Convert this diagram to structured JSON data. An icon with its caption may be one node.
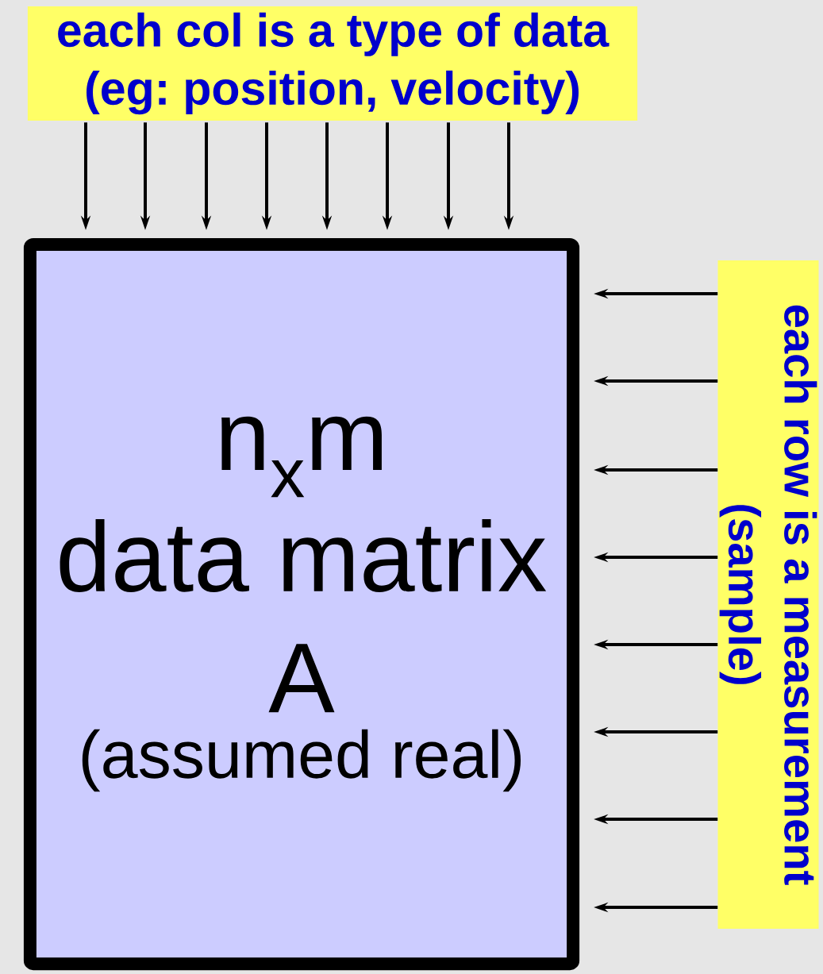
{
  "diagram": {
    "nodes": [
      {
        "text": [
          "each col is a type of data (eg: position, velocity)"
        ]
      },
      {
        "text": [
          "n$_{x}$m",
          "data matrix",
          "A",
          "(assumed real)"
        ]
      },
      {
        "text": [
          "each row is a measurement (sample)"
        ]
      }
    ],
    "edges": [
      {
        "from": 0,
        "to": 1,
        "arrow": "to"
      },
      {
        "from": 0,
        "to": 1,
        "arrow": "to"
      },
      {
        "from": 0,
        "to": 1,
        "arrow": "to"
      },
      {
        "from": 0,
        "to": 1,
        "arrow": "to"
      },
      {
        "from": 0,
        "to": 1,
        "arrow": "to"
      },
      {
        "from": 0,
        "to": 1,
        "arrow": "to"
      },
      {
        "from": 0,
        "to": 1,
        "arrow": "to"
      },
      {
        "from": 0,
        "to": 1,
        "arrow": "to"
      },
      {
        "from": 2,
        "to": 1,
        "arrow": "to"
      },
      {
        "from": 2,
        "to": 1,
        "arrow": "to"
      },
      {
        "from": 2,
        "to": 1,
        "arrow": "to"
      },
      {
        "from": 2,
        "to": 1,
        "arrow": "to"
      },
      {
        "from": 2,
        "to": 1,
        "arrow": "to"
      },
      {
        "from": 2,
        "to": 1,
        "arrow": "to"
      },
      {
        "from": 2,
        "to": 1,
        "arrow": "to"
      },
      {
        "from": 2,
        "to": 1,
        "arrow": "to"
      }
    ]
  }
}
